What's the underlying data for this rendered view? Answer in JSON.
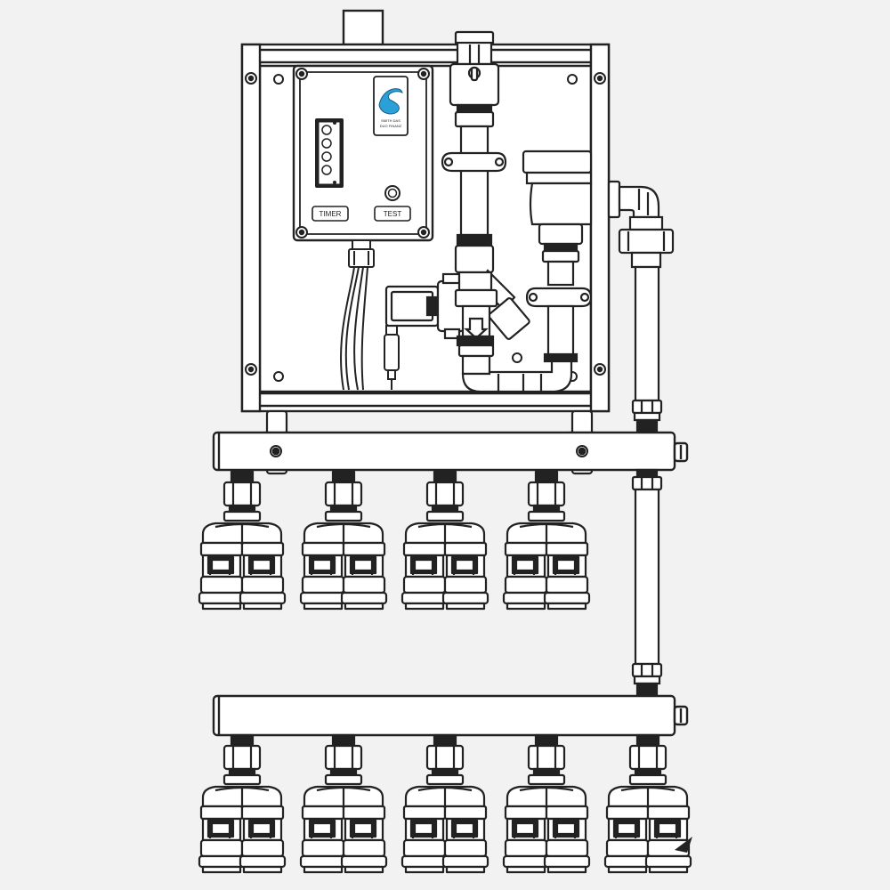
{
  "controller": {
    "brand_line1": "SMITH DAS",
    "brand_line2": "DUO FINANZ",
    "timer_label": "TIMER",
    "test_label": "TEST"
  },
  "manifolds": {
    "upper_outlet_count": 4,
    "lower_outlet_count": 5
  },
  "colors": {
    "logo_blue": "#2a9fd8",
    "background": "#f2f2f2",
    "line": "#222222",
    "fill": "#ffffff"
  }
}
